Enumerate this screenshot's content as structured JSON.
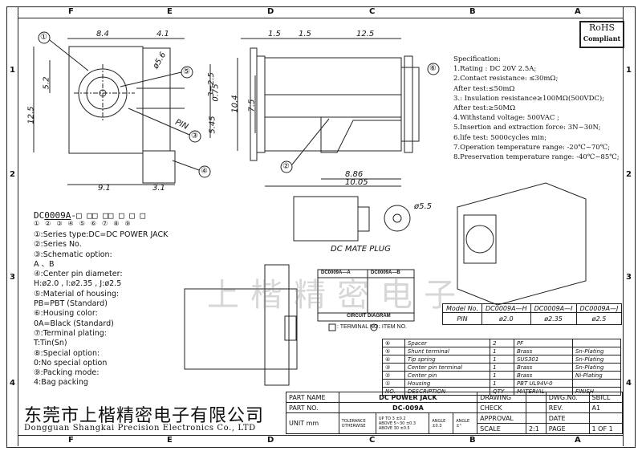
{
  "zones_top": [
    "F",
    "E",
    "D",
    "C",
    "B",
    "A"
  ],
  "zones_bottom": [
    "F",
    "E",
    "D",
    "C",
    "B",
    "A"
  ],
  "rows_left": [
    "1",
    "2",
    "3",
    "4"
  ],
  "rows_right": [
    "1",
    "2",
    "3",
    "4"
  ],
  "rohs": {
    "line1": "RoHS",
    "line2": "Compliant"
  },
  "dimensions": {
    "top_a": "8.4",
    "top_b": "4.1",
    "dia56": "ø5.6",
    "h52": "5.2",
    "h125": "12.5",
    "r325": "3−2.5",
    "r075": "0.75",
    "r545": "5.45",
    "w91": "9.1",
    "w31": "3.1",
    "s15a": "1.5",
    "s15b": "1.5",
    "s125": "12.5",
    "s104": "10.4",
    "s75": "7.5",
    "s886": "8.86",
    "s1005": "10.05",
    "plug55": "ø5.5",
    "pin": "PIN"
  },
  "callouts": [
    "①",
    "②",
    "③",
    "④",
    "⑤",
    "⑥"
  ],
  "specification": {
    "title": "Specification:",
    "lines": [
      "1.Rating : DC 20V 2.5A;",
      "2.Contact resistance: ≤30mΩ;",
      "   After test:≤50mΩ",
      "3.: Insulation resistance≥100MΩ(500VDC);",
      "   After test:≥50MΩ",
      "4.Withstand voltage: 500VAC ;",
      "5.Insertion and extraction force: 3N~30N;",
      "6.life test: 5000cycles min;",
      "7.Operation temperature range: -20℃~70℃;",
      "8.Preservation temperature range: -40℃~85℃;"
    ]
  },
  "part_code": {
    "prefix": "DC",
    "digits": "0009A",
    "dash": "-",
    "nums": [
      "①",
      "②",
      "③",
      "④",
      "⑤",
      "⑥",
      "⑦",
      "⑧",
      "⑨"
    ]
  },
  "options": [
    "①:Series type:DC=DC POWER JACK",
    "②:Series No.",
    "③:Schematic option:",
    "     A 、B",
    "④:Center pin diameter:",
    "     H:ø2.0 , I:ø2.35 , J:ø2.5",
    "⑤:Material of housing:",
    "     PB=PBT (Standard)",
    "⑥:Housing color:",
    "     0A=Black (Standard)",
    "⑦:Terminal plating:",
    "     T:Tin(Sn)",
    "⑧:Special option:",
    "     0:No special option",
    "⑨:Packing mode:",
    "     4:Bag packing"
  ],
  "plug_label": "DC MATE PLUG",
  "circuit": {
    "left": "DC0009A—A",
    "right": "DC0009A—B",
    "caption": "CIRCUIT  DIAGRAM",
    "legend_terminal": ": TERMINAL NO.",
    "legend_item": ": ITEM NO."
  },
  "watermark": "上楷精密电子",
  "model_table": {
    "headers": [
      "Model No.",
      "DC0009A—H",
      "DC0009A—I",
      "DC0009A—J"
    ],
    "row": [
      "PIN",
      "ø2.0",
      "ø2.35",
      "ø2.5"
    ]
  },
  "parts_list": [
    [
      "⑥",
      "Spacer",
      "2",
      "PF",
      ""
    ],
    [
      "⑤",
      "Shunt terminal",
      "1",
      "Brass",
      "Sn-Plating"
    ],
    [
      "④",
      "Tip spring",
      "1",
      "SUS301",
      "Sn-Plating"
    ],
    [
      "③",
      "Center pin terminal",
      "1",
      "Brass",
      "Sn-Plating"
    ],
    [
      "②",
      "Center pin",
      "1",
      "Brass",
      "Ni-Plating"
    ],
    [
      "①",
      "Housing",
      "1",
      "PBT UL94V-0",
      ""
    ]
  ],
  "parts_header": [
    "NO.",
    "DESCRIPTION",
    "QTY",
    "MATERIAL",
    "FINISH"
  ],
  "company": {
    "cn": "东莞市上楷精密电子有限公司",
    "en": "Dongguan Shangkai Precision Electronics Co., LTD"
  },
  "title_block": {
    "part_name_label": "PART NAME",
    "part_name": "DC POWER JACK",
    "drawing": "DRAWING",
    "dwg_no_label": "DWG.No.",
    "dwg_no": "SBICL",
    "part_no_label": "PART NO.",
    "part_no": "DC-009A",
    "check": "CHECK",
    "rev_label": "REV.",
    "rev": "A1",
    "unit_label": "UNIT",
    "unit": "mm",
    "tolerance": "TOLERANCE",
    "otherwise": "OTHERWISE",
    "tol_rows": [
      [
        "UP TO 3",
        "±0.2"
      ],
      [
        "ABOVE 5~30",
        "±0.3"
      ],
      [
        "ABOVE 30",
        "±0.5"
      ]
    ],
    "angle": "ANGLE",
    "tol_a": "±0.3",
    "tol_b": "±°",
    "angle2": "ANGLE",
    "approval": "APPROVAL",
    "date": "DATE",
    "scale_label": "SCALE",
    "scale": "2:1",
    "page_label": "PAGE",
    "page": "1 OF 1"
  }
}
